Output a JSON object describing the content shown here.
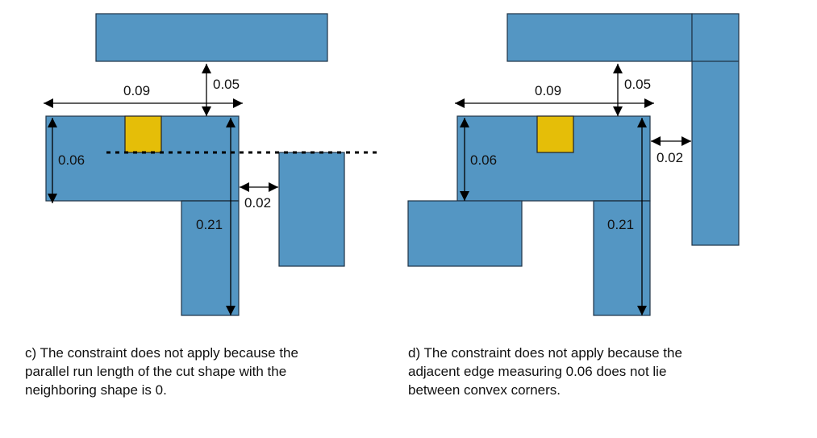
{
  "panels": [
    {
      "id": "c",
      "dimensions": {
        "width_label": "0.09",
        "spacing_top_label": "0.05",
        "edge_left_label": "0.06",
        "edge_right_label": "0.21",
        "spacing_side_label": "0.02"
      },
      "caption_lines": [
        "c) The constraint does not apply because the",
        "parallel run length of the cut shape with the",
        "neighboring shape is 0."
      ]
    },
    {
      "id": "d",
      "dimensions": {
        "width_label": "0.09",
        "spacing_top_label": "0.05",
        "edge_left_label": "0.06",
        "edge_right_label": "0.21",
        "spacing_side_label": "0.02"
      },
      "caption_lines": [
        "d) The constraint does not apply because the",
        "adjacent edge measuring 0.06 does not lie",
        "between convex corners."
      ]
    }
  ],
  "colors": {
    "shape_fill": "#5496c3",
    "cut_fill": "#e5be08"
  }
}
